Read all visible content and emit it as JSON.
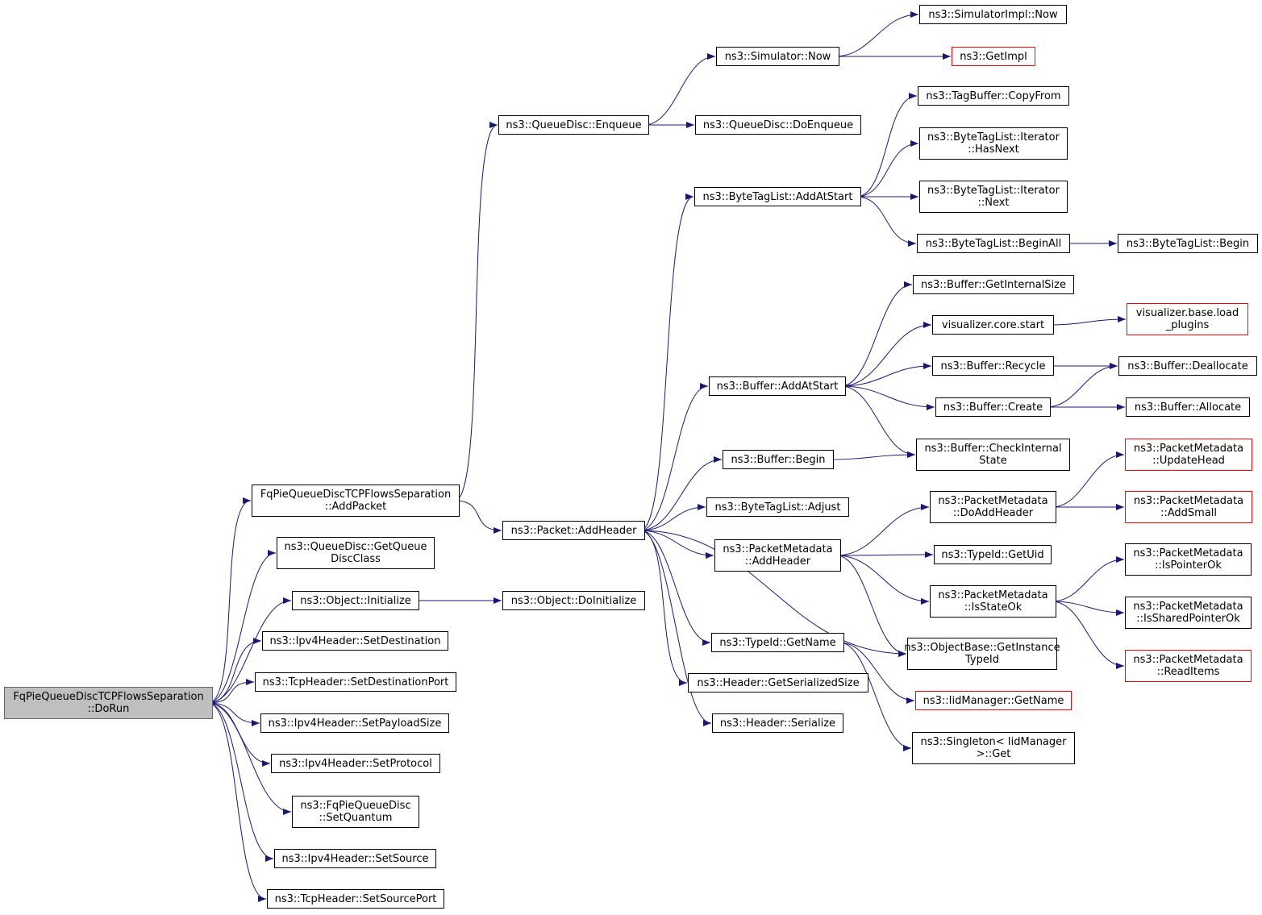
{
  "nodes": [
    {
      "id": "root",
      "lines": [
        "FqPieQueueDiscTCPFlowsSeparation",
        "::DoRun"
      ],
      "root": true
    },
    {
      "id": "addpacket",
      "lines": [
        "FqPieQueueDiscTCPFlowsSeparation",
        "::AddPacket"
      ]
    },
    {
      "id": "getqueuedisc",
      "lines": [
        "ns3::QueueDisc::GetQueue",
        "DiscClass"
      ]
    },
    {
      "id": "objinit",
      "lines": [
        "ns3::Object::Initialize"
      ]
    },
    {
      "id": "setdest",
      "lines": [
        "ns3::Ipv4Header::SetDestination"
      ]
    },
    {
      "id": "setdestport",
      "lines": [
        "ns3::TcpHeader::SetDestinationPort"
      ]
    },
    {
      "id": "setpayload",
      "lines": [
        "ns3::Ipv4Header::SetPayloadSize"
      ]
    },
    {
      "id": "setproto",
      "lines": [
        "ns3::Ipv4Header::SetProtocol"
      ]
    },
    {
      "id": "setquantum",
      "lines": [
        "ns3::FqPieQueueDisc",
        "::SetQuantum"
      ]
    },
    {
      "id": "setsource",
      "lines": [
        "ns3::Ipv4Header::SetSource"
      ]
    },
    {
      "id": "setsrcport",
      "lines": [
        "ns3::TcpHeader::SetSourcePort"
      ]
    },
    {
      "id": "enqueue",
      "lines": [
        "ns3::QueueDisc::Enqueue"
      ]
    },
    {
      "id": "addheader",
      "lines": [
        "ns3::Packet::AddHeader"
      ]
    },
    {
      "id": "doinit",
      "lines": [
        "ns3::Object::DoInitialize"
      ]
    },
    {
      "id": "simnow",
      "lines": [
        "ns3::Simulator::Now"
      ]
    },
    {
      "id": "doenqueue",
      "lines": [
        "ns3::QueueDisc::DoEnqueue"
      ]
    },
    {
      "id": "btladdatstart",
      "lines": [
        "ns3::ByteTagList::AddAtStart"
      ]
    },
    {
      "id": "bufaddatstart",
      "lines": [
        "ns3::Buffer::AddAtStart"
      ]
    },
    {
      "id": "bufbegin",
      "lines": [
        "ns3::Buffer::Begin"
      ]
    },
    {
      "id": "btladjust",
      "lines": [
        "ns3::ByteTagList::Adjust"
      ]
    },
    {
      "id": "pmaddheader",
      "lines": [
        "ns3::PacketMetadata",
        "::AddHeader"
      ]
    },
    {
      "id": "typeidgetname",
      "lines": [
        "ns3::TypeId::GetName"
      ]
    },
    {
      "id": "hdrgetsersize",
      "lines": [
        "ns3::Header::GetSerializedSize"
      ]
    },
    {
      "id": "hdrserialize",
      "lines": [
        "ns3::Header::Serialize"
      ]
    },
    {
      "id": "simimplnow",
      "lines": [
        "ns3::SimulatorImpl::Now"
      ]
    },
    {
      "id": "getimpl",
      "lines": [
        "ns3::GetImpl"
      ],
      "truncated": true
    },
    {
      "id": "tbcopyfrom",
      "lines": [
        "ns3::TagBuffer::CopyFrom"
      ]
    },
    {
      "id": "btlithasnext",
      "lines": [
        "ns3::ByteTagList::Iterator",
        "::HasNext"
      ]
    },
    {
      "id": "btlitnext",
      "lines": [
        "ns3::ByteTagList::Iterator",
        "::Next"
      ]
    },
    {
      "id": "btlbeginall",
      "lines": [
        "ns3::ByteTagList::BeginAll"
      ]
    },
    {
      "id": "btlbegin",
      "lines": [
        "ns3::ByteTagList::Begin"
      ]
    },
    {
      "id": "bufgetintsize",
      "lines": [
        "ns3::Buffer::GetInternalSize"
      ]
    },
    {
      "id": "viscorestart",
      "lines": [
        "visualizer.core.start"
      ]
    },
    {
      "id": "visloadplugins",
      "lines": [
        "visualizer.base.load",
        "_plugins"
      ],
      "truncated": true
    },
    {
      "id": "bufrecycle",
      "lines": [
        "ns3::Buffer::Recycle"
      ]
    },
    {
      "id": "bufdealloc",
      "lines": [
        "ns3::Buffer::Deallocate"
      ]
    },
    {
      "id": "bufcreate",
      "lines": [
        "ns3::Buffer::Create"
      ]
    },
    {
      "id": "bufalloc",
      "lines": [
        "ns3::Buffer::Allocate"
      ]
    },
    {
      "id": "bufcheckint",
      "lines": [
        "ns3::Buffer::CheckInternal",
        "State"
      ]
    },
    {
      "id": "pmupdatehead",
      "lines": [
        "ns3::PacketMetadata",
        "::UpdateHead"
      ],
      "truncated": true
    },
    {
      "id": "pmdoaddheader",
      "lines": [
        "ns3::PacketMetadata",
        "::DoAddHeader"
      ]
    },
    {
      "id": "pmaddsmall",
      "lines": [
        "ns3::PacketMetadata",
        "::AddSmall"
      ],
      "truncated": true
    },
    {
      "id": "typeidgetuid",
      "lines": [
        "ns3::TypeId::GetUid"
      ]
    },
    {
      "id": "pmispointerok",
      "lines": [
        "ns3::PacketMetadata",
        "::IsPointerOk"
      ]
    },
    {
      "id": "pmisstateok",
      "lines": [
        "ns3::PacketMetadata",
        "::IsStateOk"
      ]
    },
    {
      "id": "pmissharedptrok",
      "lines": [
        "ns3::PacketMetadata",
        "::IsSharedPointerOk"
      ]
    },
    {
      "id": "objbasegettid",
      "lines": [
        "ns3::ObjectBase::GetInstance",
        "TypeId"
      ]
    },
    {
      "id": "pmreaditems",
      "lines": [
        "ns3::PacketMetadata",
        "::ReadItems"
      ],
      "truncated": true
    },
    {
      "id": "iidmgrgetname",
      "lines": [
        "ns3::IidManager::GetName"
      ],
      "truncated": true
    },
    {
      "id": "singletonget",
      "lines": [
        "ns3::Singleton< IidManager",
        ">::Get"
      ]
    }
  ],
  "edges": [
    [
      "root",
      "addpacket"
    ],
    [
      "root",
      "getqueuedisc"
    ],
    [
      "root",
      "objinit"
    ],
    [
      "root",
      "setdest"
    ],
    [
      "root",
      "setdestport"
    ],
    [
      "root",
      "setpayload"
    ],
    [
      "root",
      "setproto"
    ],
    [
      "root",
      "setquantum"
    ],
    [
      "root",
      "setsource"
    ],
    [
      "root",
      "setsrcport"
    ],
    [
      "addpacket",
      "enqueue"
    ],
    [
      "addpacket",
      "addheader"
    ],
    [
      "objinit",
      "doinit"
    ],
    [
      "enqueue",
      "simnow"
    ],
    [
      "enqueue",
      "doenqueue"
    ],
    [
      "simnow",
      "simimplnow"
    ],
    [
      "simnow",
      "getimpl"
    ],
    [
      "addheader",
      "btladdatstart"
    ],
    [
      "addheader",
      "bufaddatstart"
    ],
    [
      "addheader",
      "bufbegin"
    ],
    [
      "addheader",
      "btladjust"
    ],
    [
      "addheader",
      "pmaddheader"
    ],
    [
      "addheader",
      "typeidgetname"
    ],
    [
      "addheader",
      "hdrgetsersize"
    ],
    [
      "addheader",
      "hdrserialize"
    ],
    [
      "addheader",
      "objbasegettid"
    ],
    [
      "btladdatstart",
      "tbcopyfrom"
    ],
    [
      "btladdatstart",
      "btlithasnext"
    ],
    [
      "btladdatstart",
      "btlitnext"
    ],
    [
      "btladdatstart",
      "btlbeginall"
    ],
    [
      "btlbeginall",
      "btlbegin"
    ],
    [
      "bufaddatstart",
      "bufgetintsize"
    ],
    [
      "bufaddatstart",
      "viscorestart"
    ],
    [
      "bufaddatstart",
      "bufrecycle"
    ],
    [
      "bufaddatstart",
      "bufcreate"
    ],
    [
      "bufaddatstart",
      "bufcheckint"
    ],
    [
      "viscorestart",
      "visloadplugins"
    ],
    [
      "bufrecycle",
      "bufdealloc"
    ],
    [
      "bufcreate",
      "bufdealloc"
    ],
    [
      "bufcreate",
      "bufalloc"
    ],
    [
      "bufbegin",
      "bufcheckint"
    ],
    [
      "pmaddheader",
      "pmdoaddheader"
    ],
    [
      "pmaddheader",
      "typeidgetuid"
    ],
    [
      "pmaddheader",
      "pmisstateok"
    ],
    [
      "pmaddheader",
      "objbasegettid"
    ],
    [
      "pmdoaddheader",
      "pmupdatehead"
    ],
    [
      "pmdoaddheader",
      "pmaddsmall"
    ],
    [
      "pmisstateok",
      "pmispointerok"
    ],
    [
      "pmisstateok",
      "pmissharedptrok"
    ],
    [
      "pmisstateok",
      "pmreaditems"
    ],
    [
      "typeidgetname",
      "iidmgrgetname"
    ],
    [
      "typeidgetname",
      "singletonget"
    ]
  ],
  "colors": {
    "edge": "#191970",
    "node_border": "#000000",
    "root_fill": "#bfbfbf",
    "truncated_border": "#ff0000"
  }
}
